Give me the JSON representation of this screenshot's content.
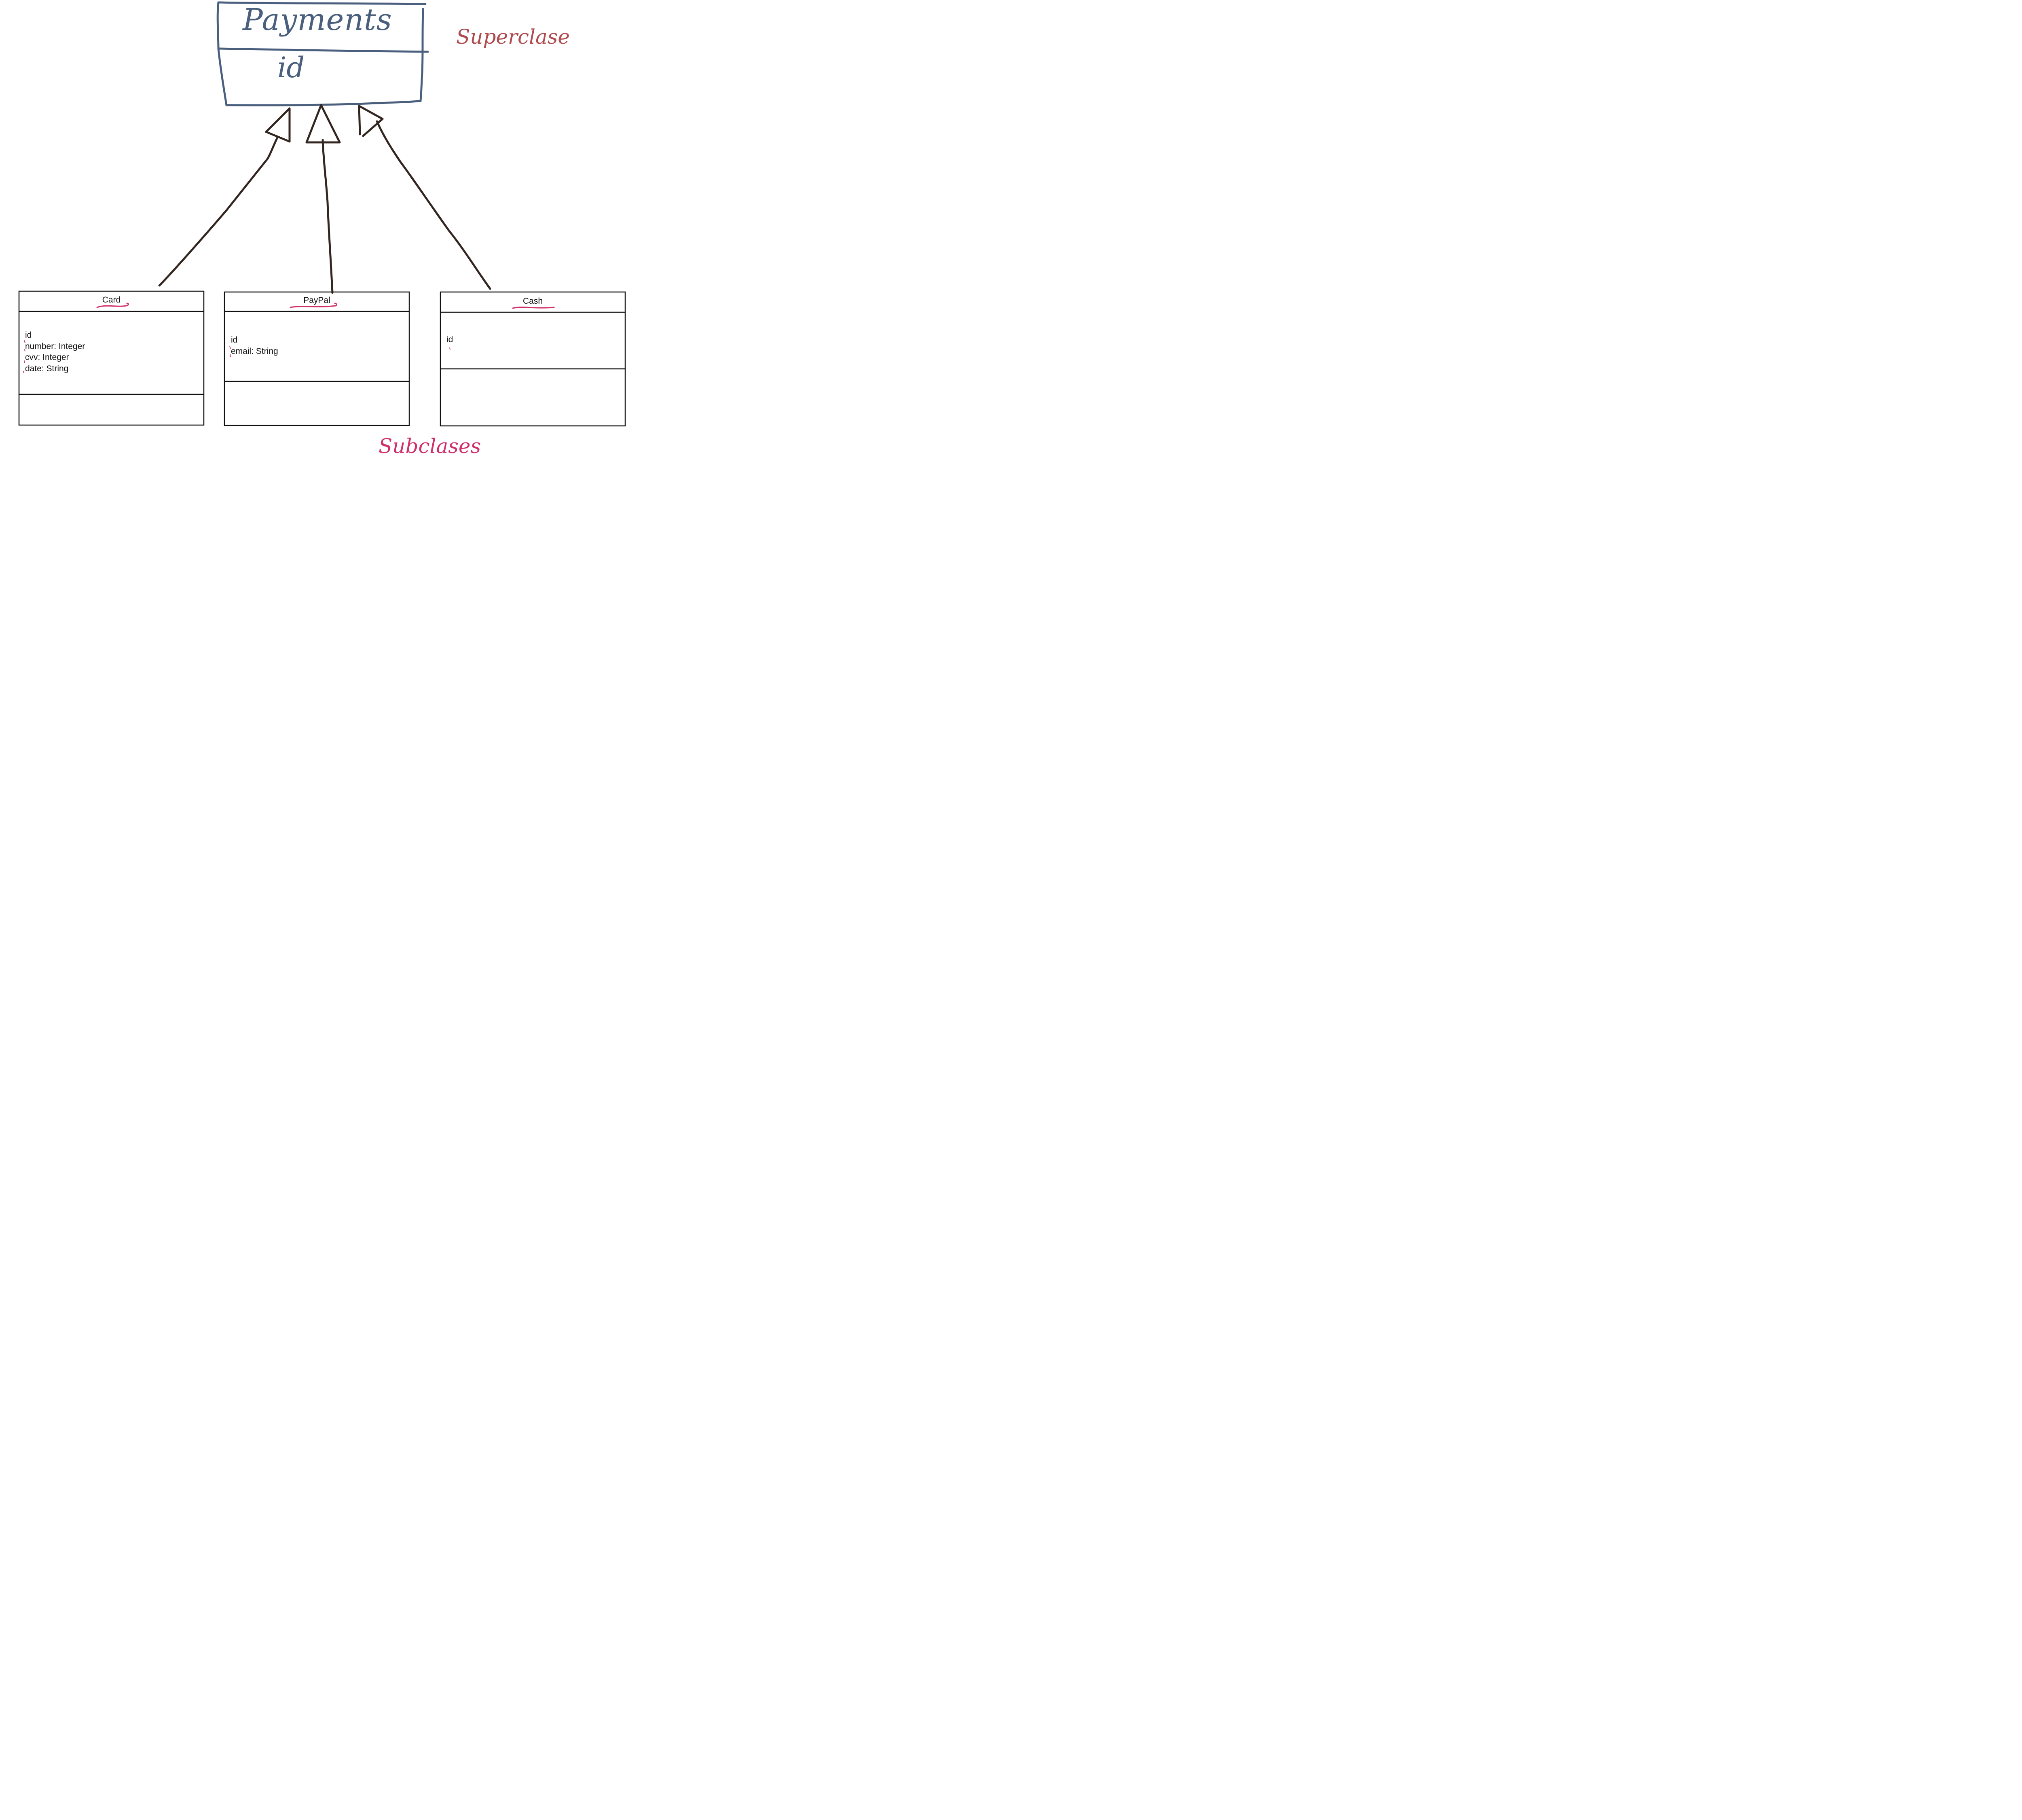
{
  "superclass": {
    "name": "Payments",
    "attributes": [
      "id"
    ]
  },
  "annotations": {
    "superclass_note": "Superclase",
    "subclasses_note": "Subclases"
  },
  "subclasses": [
    {
      "name": "Card",
      "attributes": [
        "id",
        "number: Integer",
        "cvv: Integer",
        "date: String"
      ]
    },
    {
      "name": "PayPal",
      "attributes": [
        "id",
        "email: String"
      ]
    },
    {
      "name": "Cash",
      "attributes": [
        "id"
      ]
    }
  ],
  "colors": {
    "superclass_ink": "#4a5f7d",
    "arrow_ink": "#33251f",
    "superclass_note_ink": "#b04a4e",
    "subclass_note_ink": "#d0306a",
    "underline_ink": "#d0306a",
    "box_ink": "#111111"
  }
}
